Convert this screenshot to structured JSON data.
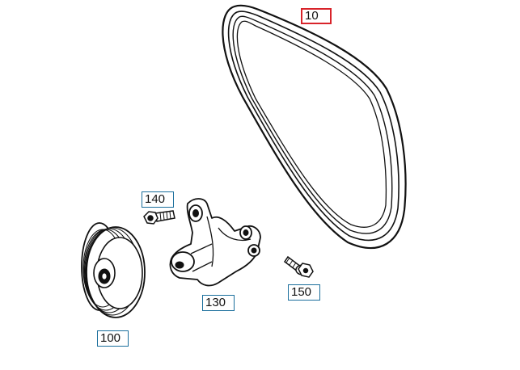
{
  "callouts": {
    "c10": {
      "label": "10",
      "selected": true
    },
    "c100": {
      "label": "100",
      "selected": false
    },
    "c130": {
      "label": "130",
      "selected": false
    },
    "c140": {
      "label": "140",
      "selected": false
    },
    "c150": {
      "label": "150",
      "selected": false
    }
  },
  "colors": {
    "highlight": "#d8232a",
    "callout_border": "#1a6e9c",
    "line_art": "#111111"
  }
}
